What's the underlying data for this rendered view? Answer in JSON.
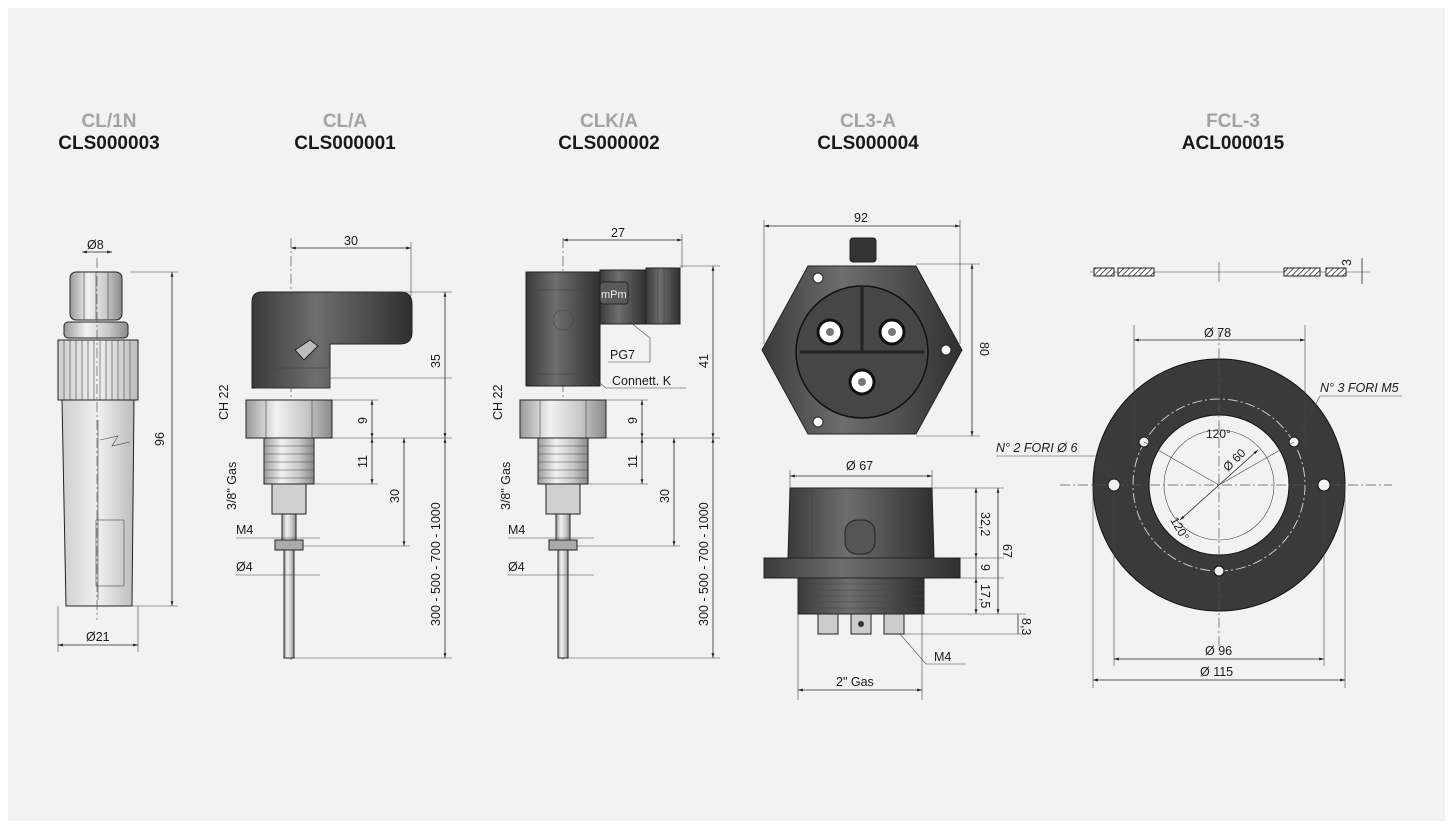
{
  "products": [
    {
      "model": "CL/1N",
      "code": "CLS000003"
    },
    {
      "model": "CL/A",
      "code": "CLS000001"
    },
    {
      "model": "CLK/A",
      "code": "CLS000002"
    },
    {
      "model": "CL3-A",
      "code": "CLS000004"
    },
    {
      "model": "FCL-3",
      "code": "ACL000015"
    }
  ],
  "cl1n": {
    "dia_top": "Ø8",
    "height": "96",
    "dia_bottom": "Ø21"
  },
  "cla": {
    "width": "30",
    "ch": "CH 22",
    "h_head": "35",
    "h_hex": "9",
    "h_thread": "11",
    "thread": "3/8\" Gas",
    "h_probe": "30",
    "length": "300 - 500 - 700 - 1000",
    "m4": "M4",
    "d4": "Ø4"
  },
  "clka": {
    "width": "27",
    "pg7": "PG7",
    "connector": "Connett. K",
    "ch": "CH 22",
    "h_head": "41",
    "h_hex": "9",
    "h_thread": "11",
    "thread": "3/8\" Gas",
    "h_probe": "30",
    "length": "300 - 500 - 700 - 1000",
    "m4": "M4",
    "d4": "Ø4",
    "logo": "mPm"
  },
  "cl3a": {
    "width": "92",
    "height": "80",
    "dia_body": "Ø 67",
    "h1": "32,2",
    "h2": "9",
    "h3": "17,5",
    "h_total": "67",
    "h4": "8,3",
    "m4": "M4",
    "thread": "2\" Gas"
  },
  "fcl3": {
    "thickness": "3",
    "d78": "Ø 78",
    "holes_m5": "N° 3 FORI M5",
    "holes_6": "N° 2 FORI Ø 6",
    "angle1": "120°",
    "d60": "Ø 60",
    "angle2": "120°",
    "d96": "Ø 96",
    "d115": "Ø 115"
  }
}
